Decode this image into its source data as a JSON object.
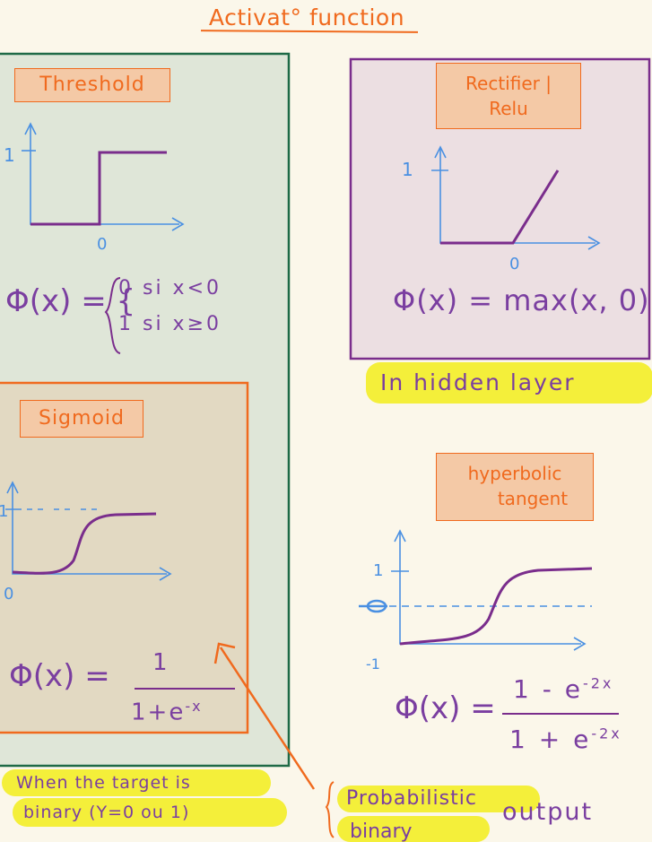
{
  "title": "Activat° function",
  "threshold": {
    "label": "Threshold",
    "axis_one": "1",
    "axis_zero": "0",
    "formula_lhs": "Φ(x) = {",
    "case1": "0  si  x<0",
    "case2": "1  si  x≥0"
  },
  "relu": {
    "label_line1": "Rectifier |",
    "label_line2": "Relu",
    "axis_one": "1",
    "axis_zero": "0",
    "formula": "Φ(x) = max(x, 0)",
    "note": "In hidden layer"
  },
  "sigmoid": {
    "label": "Sigmoid",
    "axis_one": "1",
    "axis_zero": "0",
    "formula_lhs": "Φ(x) =",
    "numerator": "1",
    "denominator": "1+e",
    "exponent": "-x",
    "note_line1": "When the target is",
    "note_line2": "binary (Y=0 ou 1)"
  },
  "tanh": {
    "label_line1": "hyperbolic",
    "label_line2": "tangent",
    "axis_one": "1",
    "axis_zero": "0",
    "axis_minus_one": "-1",
    "formula_lhs": "Φ(x) =",
    "numerator": "1 - e",
    "denominator": "1 + e",
    "exponent": "-2x"
  },
  "annotation": {
    "line1": "Probabilistic",
    "line2": "binary",
    "output": "output"
  },
  "colors": {
    "background": "#fbf7ea",
    "green_box": "#dfe6d8",
    "green_border": "#1e6a46",
    "purple_box": "#ecdfe2",
    "purple_border": "#7a2d8c",
    "orange": "#f06a1e",
    "curve": "#7a2d8c",
    "axis": "#4a90e2",
    "highlight": "#f4ef3a"
  }
}
